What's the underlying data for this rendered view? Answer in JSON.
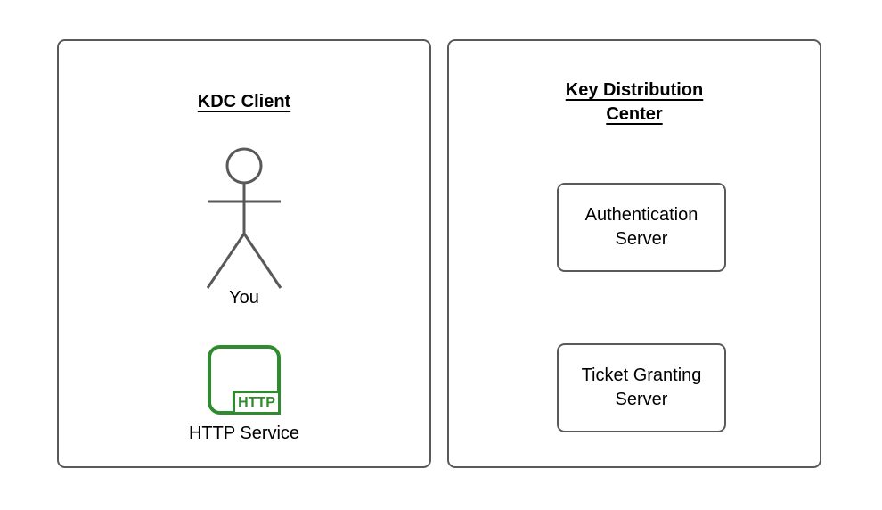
{
  "colors": {
    "background": "#ffffff",
    "stroke_gray": "#595959",
    "text": "#000000",
    "http_green": "#2E8B2E"
  },
  "left_panel": {
    "title": "KDC Client",
    "actor": {
      "icon": "stick-figure-icon",
      "label": "You"
    },
    "service": {
      "icon": "http-service-icon",
      "badge": "HTTP",
      "label": "HTTP Service"
    }
  },
  "right_panel": {
    "title": "Key Distribution Center",
    "servers": [
      {
        "label": "Authentication Server"
      },
      {
        "label": "Ticket Granting Server"
      }
    ]
  }
}
